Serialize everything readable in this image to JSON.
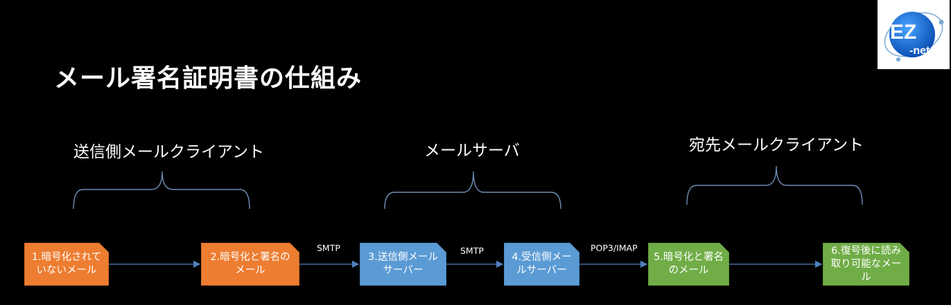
{
  "title": "メール署名証明書の仕組み",
  "groups": {
    "sender": "送信側メールクライアント",
    "server": "メールサーバ",
    "recipient": "宛先メールクライアント"
  },
  "steps": [
    {
      "label": "1.暗号化されていないメール",
      "color": "#ed7d31"
    },
    {
      "label": "2.暗号化と署名のメール",
      "color": "#ed7d31"
    },
    {
      "label": "3.送信側メールサーバー",
      "color": "#5b9bd5"
    },
    {
      "label": "4.受信側メールサーバー",
      "color": "#5b9bd5"
    },
    {
      "label": "5.暗号化と署名のメール",
      "color": "#70ad47"
    },
    {
      "label": "6.復号後に読み取り可能なメール",
      "color": "#70ad47"
    }
  ],
  "protocols": {
    "p1": "SMTP",
    "p2": "SMTP",
    "p3": "POP3/IMAP"
  },
  "logo": {
    "main": "EZ",
    "sub": "-net"
  },
  "colors": {
    "background": "#000000",
    "arrow": "#4f81bd"
  }
}
